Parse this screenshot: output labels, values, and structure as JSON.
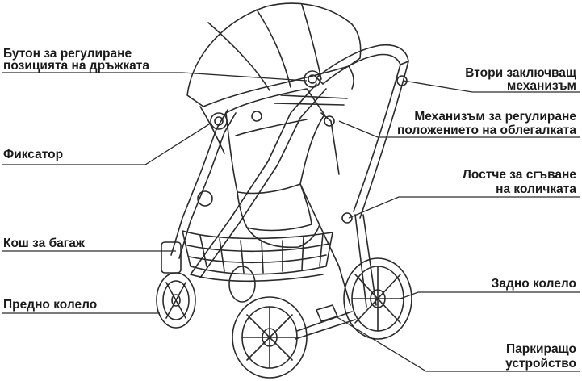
{
  "colors": {
    "ink": "#1a1a1a",
    "line": "#2a2a2a",
    "paper": "#ffffff"
  },
  "labels": {
    "handle_button_l1": "Бутон за регулиране",
    "handle_button_l2": "позицията на дръжката",
    "second_lock_l1": "Втори заключващ",
    "second_lock_l2": "механизъм",
    "backrest_l1": "Механизъм за регулиране",
    "backrest_l2": "положението на облегалката",
    "lock": "Фиксатор",
    "fold_l1": "Лостче за сгъване",
    "fold_l2": "на количката",
    "basket": "Кош за багаж",
    "rear_wheel": "Задно колело",
    "front_wheel": "Предно колело",
    "brake_l1": "Паркиращо",
    "brake_l2": "устройство"
  }
}
